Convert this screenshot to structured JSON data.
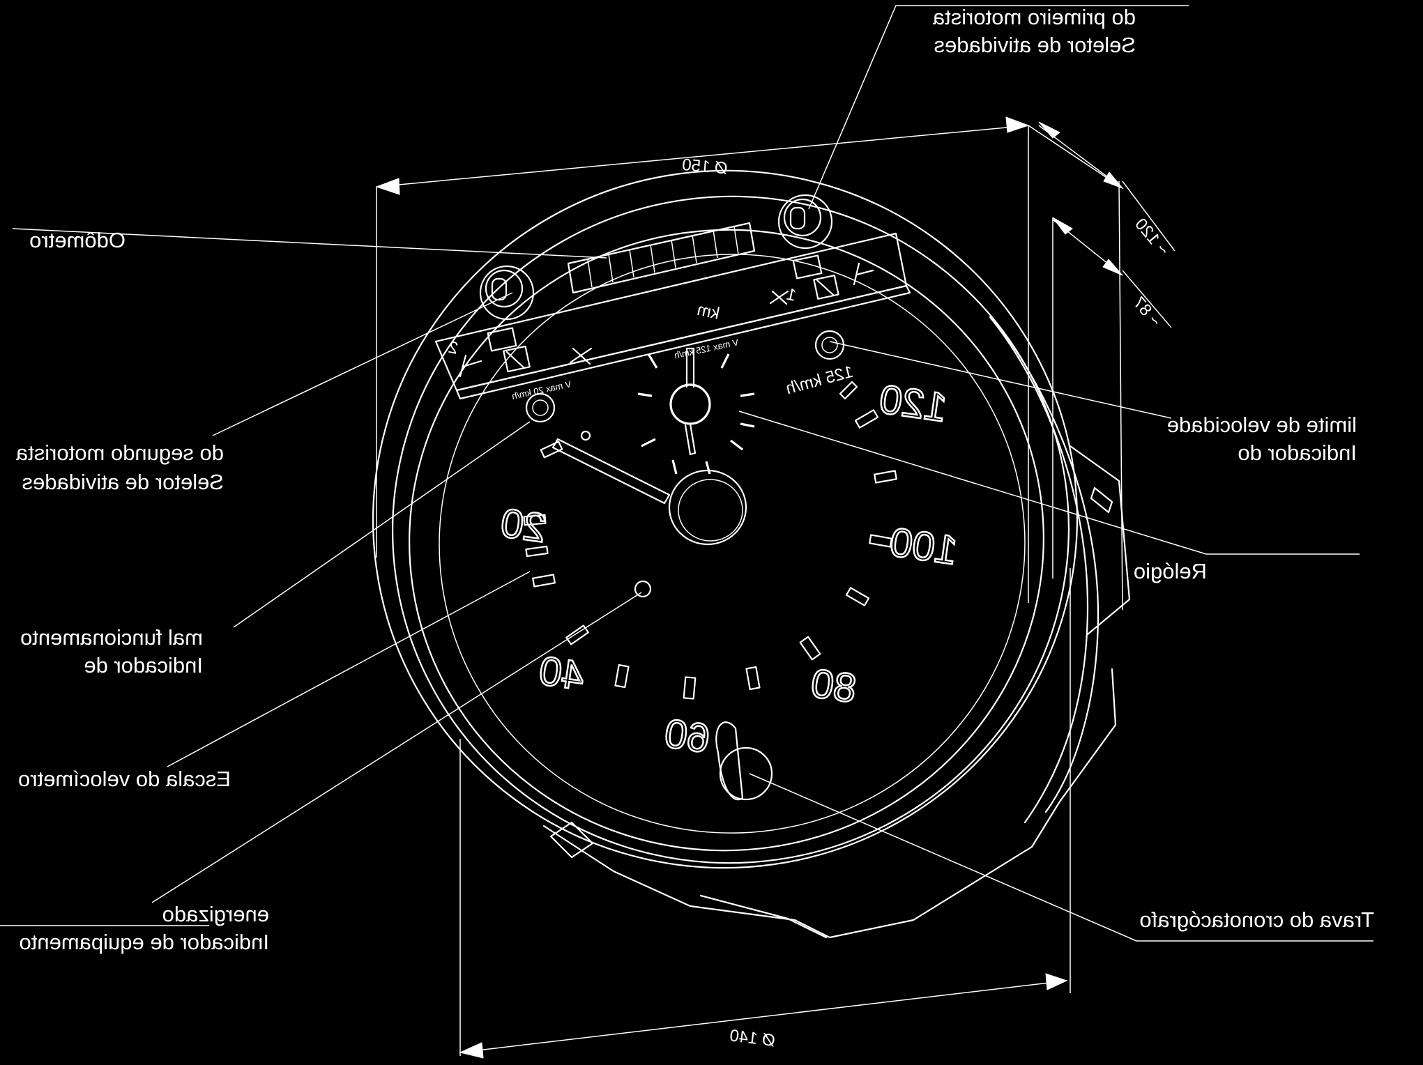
{
  "labels": {
    "odometer": "Odômetro",
    "driver2_selector_line1": "Seletor de atividades",
    "driver2_selector_line2": "do segundo motorista",
    "driver1_selector_line1": "Seletor de atividades",
    "driver1_selector_line2": "do primeiro motorista",
    "malfunction_line1": "Indicador de",
    "malfunction_line2": "mal funcionamento",
    "speed_scale": "Escala do velocímetro",
    "power_line1": "Indicador de equipamento",
    "power_line2": "energizado",
    "speed_limit_line1": "Indicador do",
    "speed_limit_line2": "limite de velocidade",
    "clock": "Relógio",
    "lock": "Trava do cronotacógrafo"
  },
  "dimensions": {
    "top_diameter": "Ø 150",
    "bottom_diameter": "Ø 140",
    "depth_a": "~ 120",
    "depth_b": "~ 87"
  },
  "dial": {
    "numbers": [
      "20",
      "40",
      "60",
      "80",
      "100",
      "120"
    ],
    "speed_limit_text": "125 km/h",
    "panel_km": "km",
    "panel_driver2": "2",
    "panel_driver1": "1",
    "v_mark_left": "V max 20 km/h",
    "v_mark_right": "V max 125 km/h"
  },
  "icons": [
    "activity-selector-knob-icon",
    "bed-icon",
    "crossed-hammers-icon",
    "speed-limit-lamp-icon",
    "malfunction-lamp-icon",
    "power-lamp-icon",
    "lock-key-icon"
  ]
}
